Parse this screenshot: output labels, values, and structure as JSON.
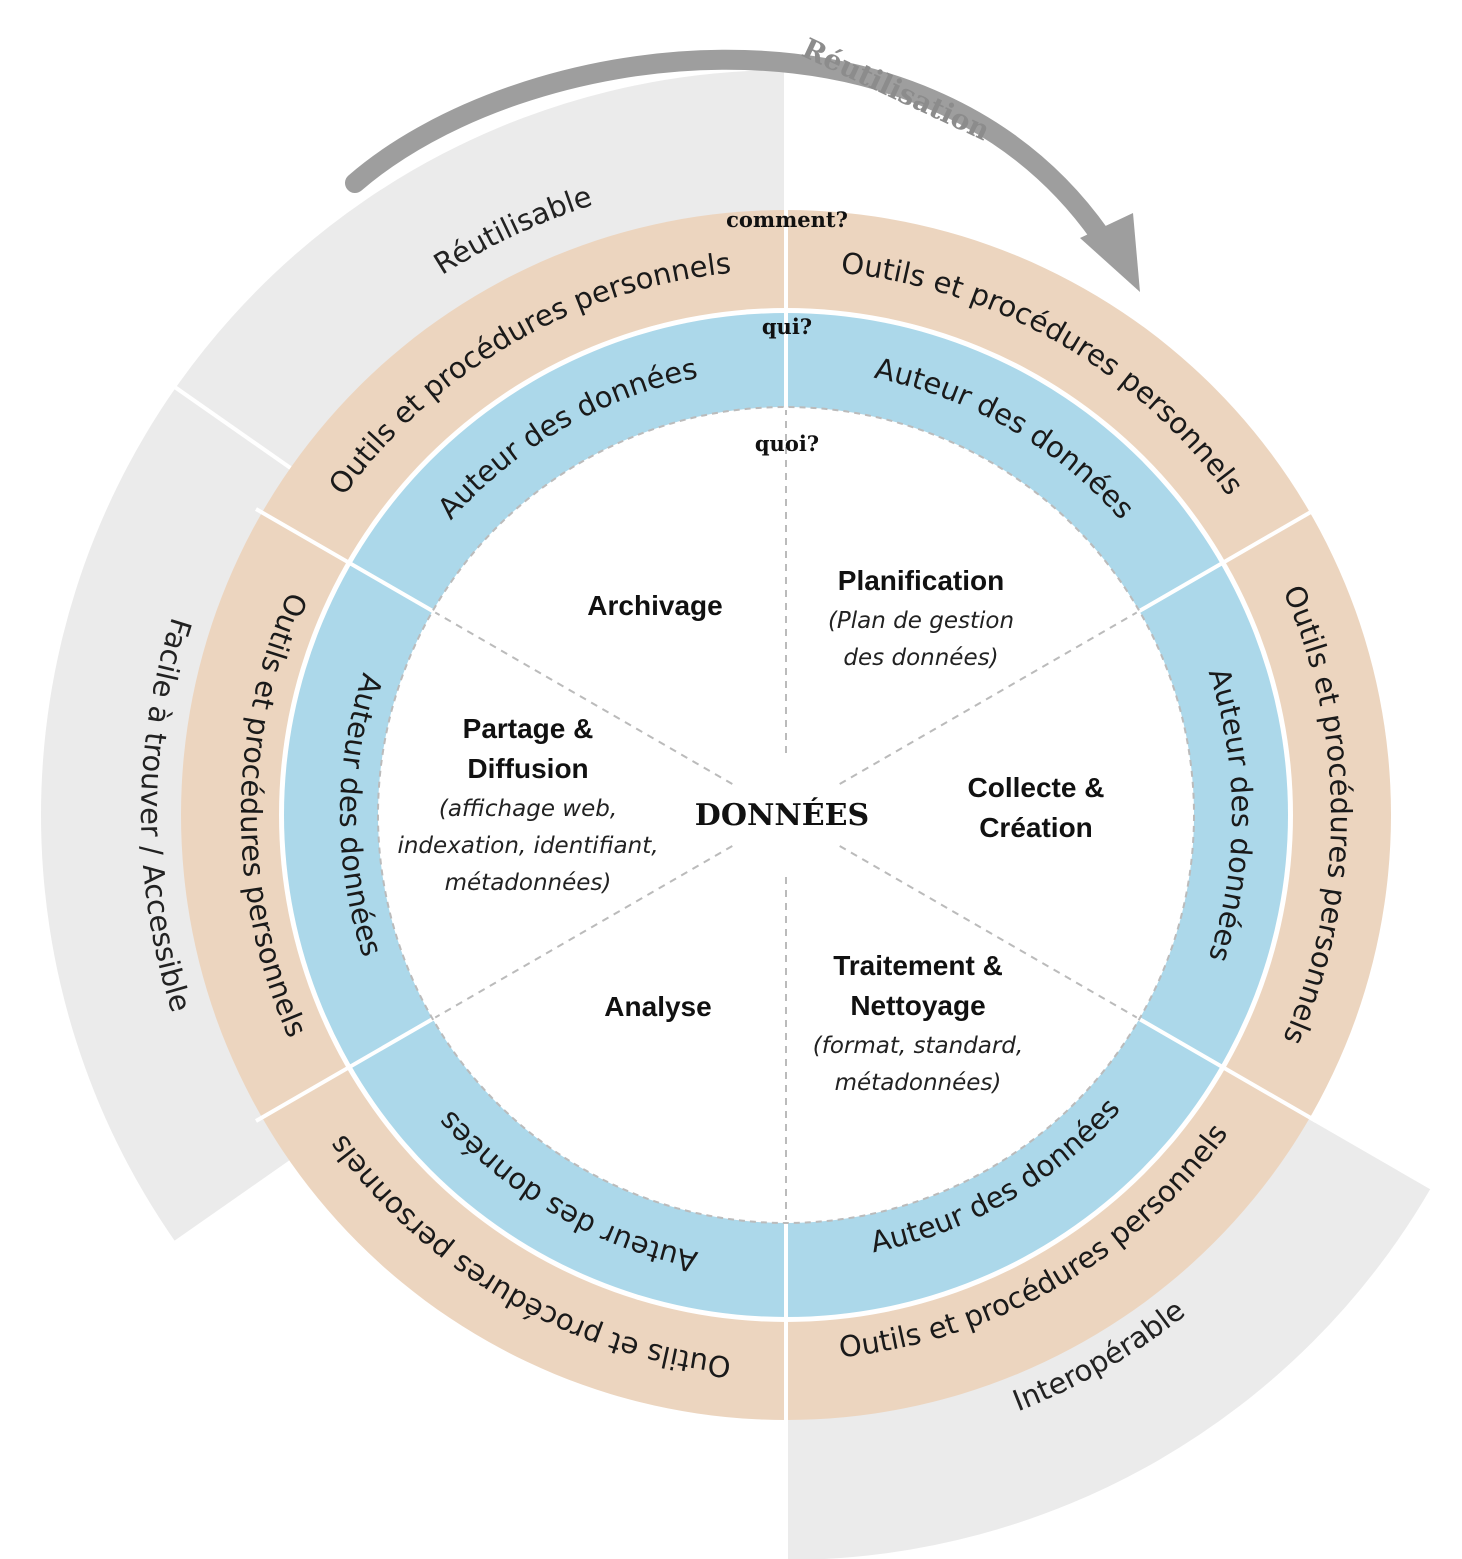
{
  "colors": {
    "fair_band": "#ebebeb",
    "tools_ring": "#ecd5bf",
    "author_ring": "#acd8ea",
    "arrow": "#9e9e9e",
    "divider": "#ffffff",
    "dashed": "#bbbbbb"
  },
  "reuse_arrow": {
    "label": "Réutilisation"
  },
  "fair": {
    "reusable": "Réutilisable",
    "findable_accessible": "Facile à trouver / Accessible",
    "interoperable": "Interopérable"
  },
  "questions": {
    "how": "comment?",
    "who": "qui?",
    "what": "quoi?"
  },
  "rings": {
    "tools_label": "Outils et procédures personnels",
    "author_label": "Auteur des données"
  },
  "center": {
    "label": "DONNÉES"
  },
  "phases": [
    {
      "id": "archivage",
      "title": [
        "Archivage"
      ],
      "sub": []
    },
    {
      "id": "planification",
      "title": [
        "Planification"
      ],
      "sub": [
        "(Plan de gestion",
        "des données)"
      ]
    },
    {
      "id": "collecte",
      "title": [
        "Collecte &",
        "Création"
      ],
      "sub": []
    },
    {
      "id": "traitement",
      "title": [
        "Traitement &",
        "Nettoyage"
      ],
      "sub": [
        "(format, standard,",
        "métadonnées)"
      ]
    },
    {
      "id": "analyse",
      "title": [
        "Analyse"
      ],
      "sub": []
    },
    {
      "id": "partage",
      "title": [
        "Partage &",
        "Diffusion"
      ],
      "sub": [
        "(affichage web,",
        "indexation, identifiant,",
        "métadonnées)"
      ]
    }
  ]
}
